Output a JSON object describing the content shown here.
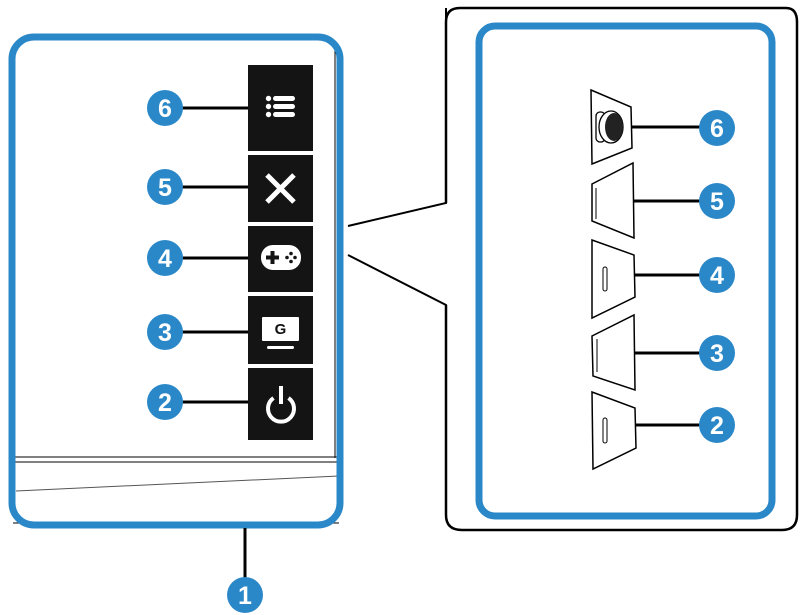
{
  "diagram": {
    "title": "Monitor front control buttons and rear joystick/buttons",
    "colors": {
      "accent": "#2b88c8",
      "button_bg": "#141414",
      "icon": "#ffffff",
      "line": "#000000"
    },
    "front_panel": {
      "buttons": [
        {
          "number": "6",
          "icon": "menu-icon",
          "function": "Menu"
        },
        {
          "number": "5",
          "icon": "close-icon",
          "function": "Close"
        },
        {
          "number": "4",
          "icon": "gamepad-icon",
          "function": "GamePlus"
        },
        {
          "number": "3",
          "icon": "gameplus-g-icon",
          "function": "GameVisual",
          "icon_text": "G"
        },
        {
          "number": "2",
          "icon": "power-icon",
          "function": "Power"
        }
      ],
      "indicator": {
        "number": "1",
        "function": "Power indicator"
      }
    },
    "rear_panel": {
      "buttons": [
        {
          "number": "6",
          "type": "joystick"
        },
        {
          "number": "5",
          "type": "button"
        },
        {
          "number": "4",
          "type": "button"
        },
        {
          "number": "3",
          "type": "button"
        },
        {
          "number": "2",
          "type": "button"
        }
      ]
    }
  }
}
